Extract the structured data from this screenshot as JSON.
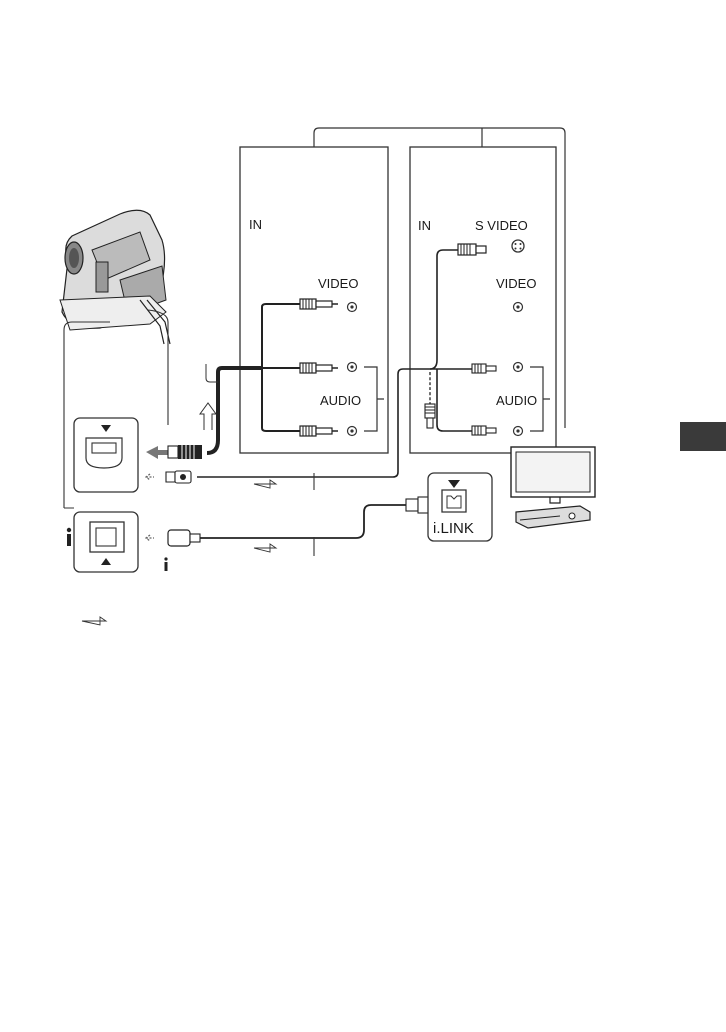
{
  "panel_left": {
    "in_label": "IN",
    "video_label": "VIDEO",
    "audio_label": "AUDIO"
  },
  "panel_right": {
    "in_label": "IN",
    "svideo_label": "S VIDEO",
    "video_label": "VIDEO",
    "audio_label": "AUDIO"
  },
  "ilink_box": {
    "label": "i.LINK"
  }
}
